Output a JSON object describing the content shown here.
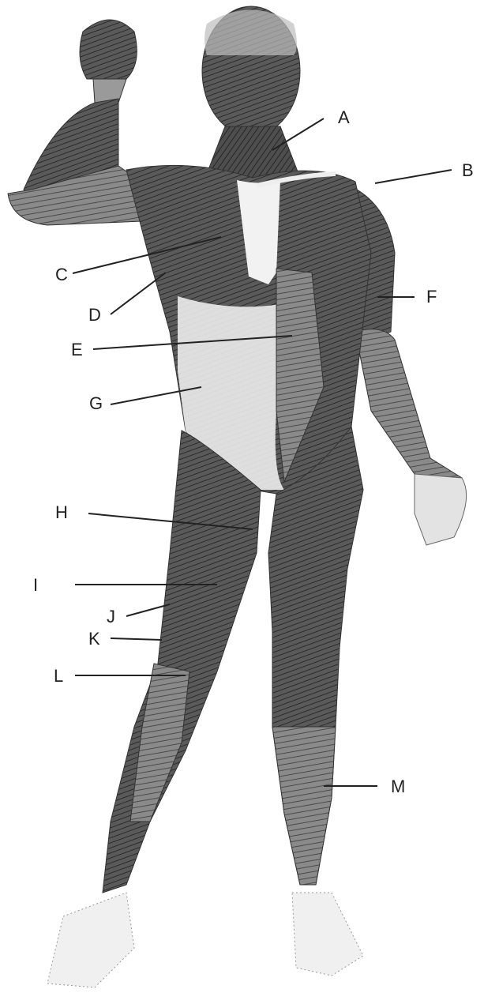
{
  "diagram": {
    "colors": {
      "muscle_dark": "#3a3a3a",
      "muscle_mid": "#6b6b6b",
      "muscle_light": "#9a9a9a",
      "line": "#222222",
      "background": "#ffffff"
    },
    "labels": [
      {
        "id": "A",
        "text": "A"
      },
      {
        "id": "B",
        "text": "B"
      },
      {
        "id": "C",
        "text": "C"
      },
      {
        "id": "D",
        "text": "D"
      },
      {
        "id": "E",
        "text": "E"
      },
      {
        "id": "F",
        "text": "F"
      },
      {
        "id": "G",
        "text": "G"
      },
      {
        "id": "H",
        "text": "H"
      },
      {
        "id": "I",
        "text": "I"
      },
      {
        "id": "J",
        "text": "J"
      },
      {
        "id": "K",
        "text": "K"
      },
      {
        "id": "L",
        "text": "L"
      },
      {
        "id": "M",
        "text": "M"
      }
    ]
  }
}
